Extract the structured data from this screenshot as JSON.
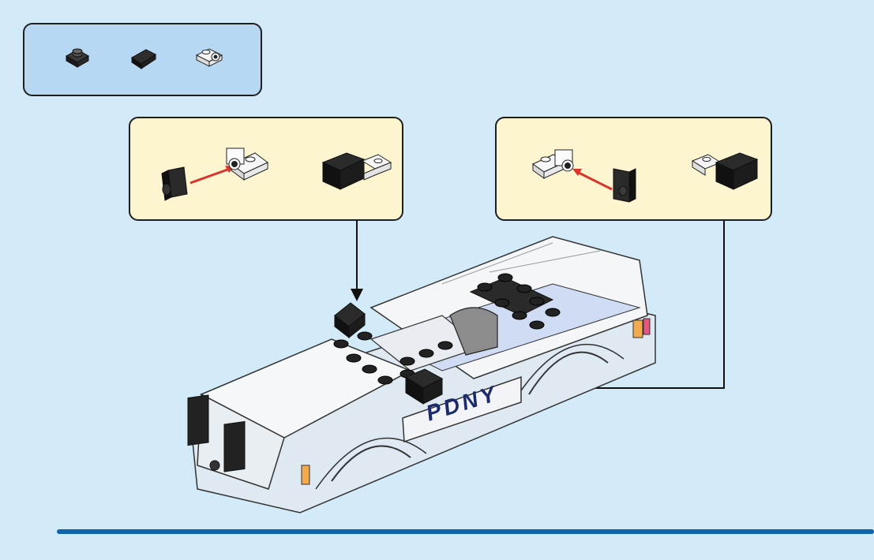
{
  "page": {
    "number": ""
  },
  "parts_list": {
    "items": [
      {
        "icon": "plate-1x1-dark-icon"
      },
      {
        "icon": "slope-1x1-dark-icon"
      },
      {
        "icon": "clip-bracket-white-icon"
      }
    ]
  },
  "sub_steps": [
    {
      "name": "left-substep",
      "icons": [
        "plate-1x1-dark-icon",
        "clip-bracket-white-icon",
        "assembled-clip-slope-icon"
      ]
    },
    {
      "name": "right-substep",
      "icons": [
        "clip-bracket-white-icon",
        "plate-1x1-dark-icon",
        "assembled-clip-slope-icon"
      ]
    }
  ],
  "model": {
    "livery_text": "PDNY"
  },
  "colors": {
    "background": "#d3eaf9",
    "parts_box": "#b6d8f3",
    "substep_box": "#fdf5cf",
    "accent_rule": "#0e63ad",
    "arrow_red": "#d8342c"
  }
}
